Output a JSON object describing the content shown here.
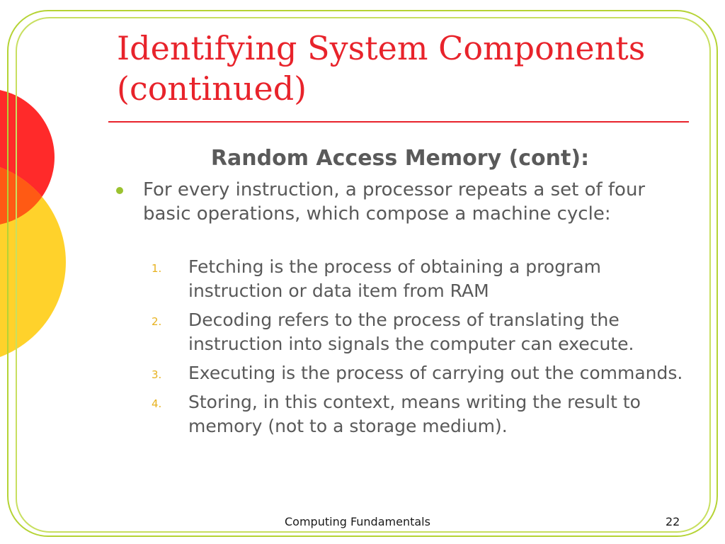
{
  "slide": {
    "title_line1": "Identifying System Components",
    "title_line2": "(continued)",
    "subheading": "Random Access Memory (cont):",
    "bullet": "For every instruction, a processor repeats a set of four basic operations, which compose a machine cycle:",
    "steps": [
      {
        "number": "1.",
        "text": "Fetching is the process of obtaining a program instruction or data item from RAM"
      },
      {
        "number": "2.",
        "text": "Decoding refers to the process of translating the instruction into signals the computer can execute."
      },
      {
        "number": "3.",
        "text": "Executing is the process of carrying out the commands."
      },
      {
        "number": "4.",
        "text": "Storing, in this context, means writing the result to memory (not to a storage medium)."
      }
    ]
  },
  "footer": {
    "text": "Computing Fundamentals",
    "page": "22"
  },
  "colors": {
    "title_red": "#e8232b",
    "frame_green": "#b5d334",
    "bullet_green": "#9bc230",
    "number_gold": "#e7b21f",
    "body_gray": "#595959",
    "circle_red": "#ff2a2a",
    "circle_yellow": "#ffd22b",
    "overlap_orange": "#ff5a14"
  }
}
